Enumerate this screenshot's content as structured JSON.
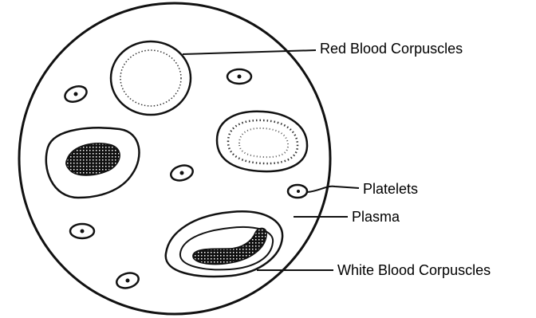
{
  "diagram": {
    "labels": {
      "rbc": "Red Blood Corpuscles",
      "platelets": "Platelets",
      "plasma": "Plasma",
      "wbc": "White Blood Corpuscles"
    },
    "colors": {
      "ink": "#111111",
      "background": "#ffffff"
    }
  }
}
